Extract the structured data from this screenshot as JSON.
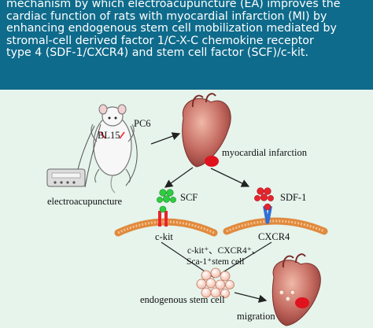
{
  "caption": {
    "lines": [
      "mechanism by which electroacupuncture (EA) improves the",
      "cardiac function of rats with myocardial infarction (MI) by",
      "enhancing endogenous stem cell mobilization mediated by",
      "stromal-cell derived factor 1/C-X-C chemokine receptor",
      "type 4 (SDF-1/CXCR4) and stem cell factor (SCF)/c-kit."
    ]
  },
  "diagram": {
    "acupoint_pc6": "PC6",
    "acupoint_bl15": "BL15",
    "electroacupuncture": "electroacupuncture",
    "myocardial_infarction": "myocardial infarction",
    "scf": "SCF",
    "sdf1": "SDF-1",
    "ckit": "c-kit",
    "cxcr4": "CXCR4",
    "stem_markers_line1": "c-kit⁺、CXCR4⁺、",
    "stem_markers_line2": "Sca-1⁺stem cell",
    "endogenous_stem_cell": "endogenous stem cell",
    "migration": "migration",
    "colors": {
      "header_bg": "#0f6b8b",
      "panel_bg": "#e6f4ec",
      "scf_ligand": "#2ecc40",
      "sdf1_ligand": "#e8232d",
      "cxcr4_receptor": "#2f6fd6",
      "membrane": "#f0a35a",
      "heart": "#c46a60",
      "infarct": "#e0121e"
    }
  }
}
